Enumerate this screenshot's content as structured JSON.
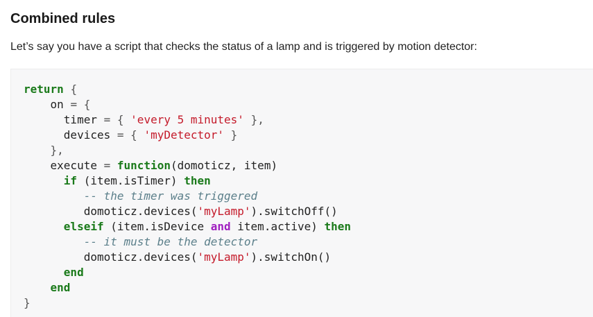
{
  "section": {
    "title": "Combined rules",
    "intro": "Let’s say you have a script that checks the status of a lamp and is triggered by motion detector:"
  },
  "code": {
    "kw_return": "return",
    "brace_open": "{",
    "on_key": "on",
    "eq": "=",
    "timer_key": "timer",
    "timer_value": "'every 5 minutes'",
    "devices_key": "devices",
    "devices_value": "'myDetector'",
    "brace_close": "}",
    "brace_close_comma": "},",
    "comma": ",",
    "execute_key": "execute",
    "kw_function": "function",
    "params": "(domoticz, item)",
    "kw_if": "if",
    "if_cond": "(item.isTimer)",
    "kw_then": "then",
    "comment_timer": "-- the timer was triggered",
    "call_prefix": "domoticz.devices(",
    "lamp_value": "'myLamp'",
    "switch_off": ").switchOff()",
    "kw_elseif": "elseif",
    "elseif_cond_a": "(item.isDevice",
    "kw_and": "and",
    "elseif_cond_b": "item.active)",
    "comment_detector": "-- it must be the detector",
    "switch_on": ").switchOn()",
    "kw_end": "end"
  },
  "colors": {
    "keyword": "#1a7a1a",
    "logical_operator": "#a020c0",
    "string": "#c41a2a",
    "comment": "#5b7f8a",
    "code_background": "#f7f7f8"
  }
}
